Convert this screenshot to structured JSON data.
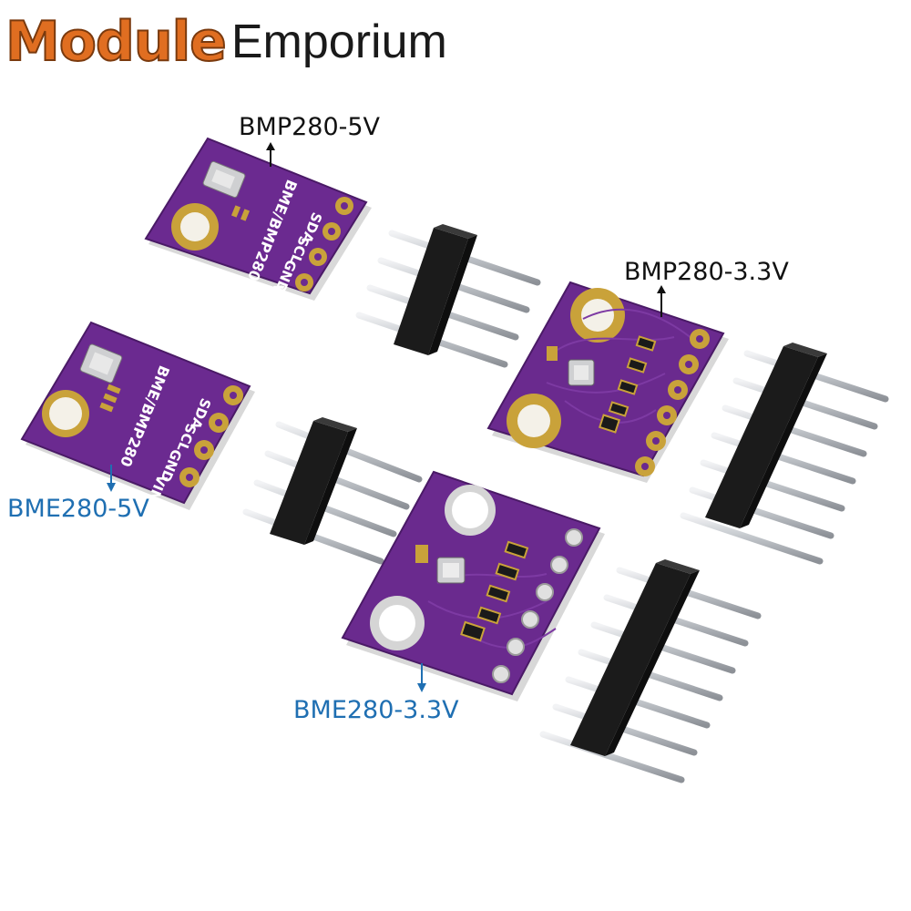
{
  "brand": {
    "logo_part1": "Module",
    "logo_part2": "Emporium"
  },
  "labels": {
    "bmp280_5v": "BMP280-5V",
    "bmp280_3v3": "BMP280-3.3V",
    "bme280_5v": "BME280-5V",
    "bme280_3v3": "BME280-3.3V"
  },
  "board_silk": {
    "sda": "SDA",
    "scl": "SCL",
    "gnd": "GND",
    "vin": "VIN",
    "part": "BME/BMP280"
  },
  "colors": {
    "pcb": "#6a2a8e",
    "pcb_edge": "#4a1a66",
    "gold": "#c9a23a",
    "header": "#1b1b1b",
    "pin": "#cfd2d6",
    "label_blue": "#1f6fb2",
    "logo_orange": "#e06e21"
  }
}
